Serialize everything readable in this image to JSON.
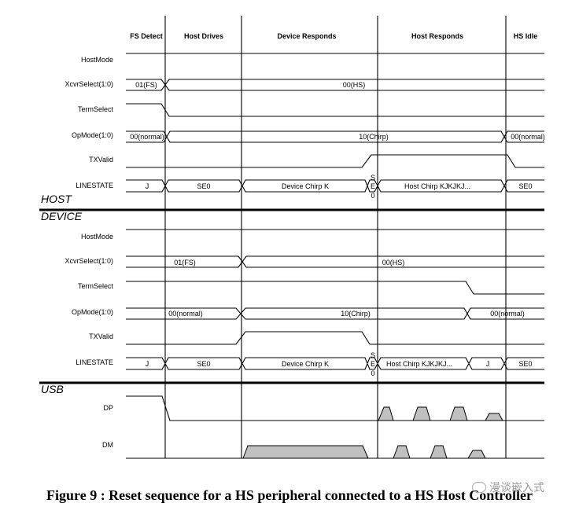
{
  "phases": [
    "FS Detect",
    "Host Drives",
    "Device Responds",
    "Host Responds",
    "HS Idle"
  ],
  "sections": {
    "host": "HOST",
    "device": "DEVICE",
    "usb": "USB"
  },
  "host_signals": [
    "HostMode",
    "XcvrSelect(1:0)",
    "TermSelect",
    "OpMode(1:0)",
    "TXValid",
    "LINESTATE"
  ],
  "device_signals": [
    "HostMode",
    "XcvrSelect(1:0)",
    "TermSelect",
    "OpMode(1:0)",
    "TXValid",
    "LINESTATE"
  ],
  "usb_signals": [
    "DP",
    "DM"
  ],
  "host_values": {
    "xcvr_fs": "01(FS)",
    "xcvr_hs": "00(HS)",
    "opmode_normal_start": "00(normal)",
    "opmode_chirp": "10(Chirp)",
    "opmode_normal_end": "00(normal)",
    "linestate_j": "J",
    "linestate_se0": "SE0",
    "linestate_device_chirp": "Device Chirp K",
    "linestate_se0_letters": [
      "S",
      "E",
      "0"
    ],
    "linestate_host_chirp": "Host Chirp KJKJKJ...",
    "linestate_end_se0": "SE0"
  },
  "device_values": {
    "xcvr_fs": "01(FS)",
    "xcvr_hs": "00(HS)",
    "opmode_normal_start": "00(normal)",
    "opmode_chirp": "10(Chirp)",
    "opmode_normal_end": "00(normal)",
    "linestate_j": "J",
    "linestate_se0": "SE0",
    "linestate_device_chirp": "Device Chirp K",
    "linestate_se0_letters": [
      "S",
      "E",
      "0"
    ],
    "linestate_host_chirp": "Host Chirp KJKJKJ...",
    "linestate_j2": "J",
    "linestate_end_se0": "SE0"
  },
  "caption": "Figure 9 : Reset sequence for a HS peripheral connected to a HS Host Controller",
  "watermark": "漫谈嵌入式",
  "colors": {
    "line": "#000000",
    "fill": "#c0c0c0",
    "bg": "#ffffff"
  }
}
